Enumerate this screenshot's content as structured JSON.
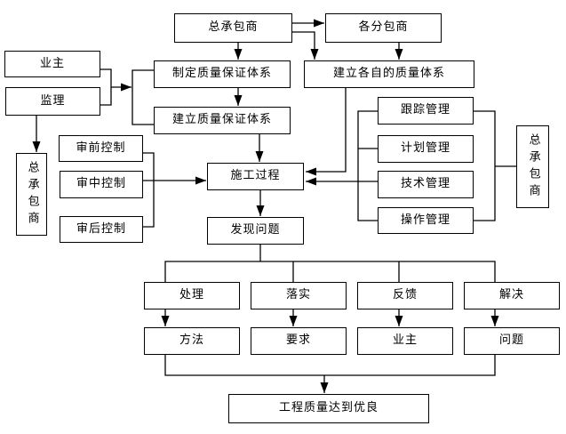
{
  "diagram": {
    "kind": "flowchart",
    "background_color": "#ffffff",
    "line_color": "#000000",
    "box_fill": "#ffffff"
  },
  "nodes": [
    {
      "id": "general-contractor-top",
      "label": "总承包商"
    },
    {
      "id": "subcontractors",
      "label": "各分包商"
    },
    {
      "id": "owner",
      "label": "业主"
    },
    {
      "id": "supervision",
      "label": "监理"
    },
    {
      "id": "formulate-qa-system",
      "label": "制定质量保证体系"
    },
    {
      "id": "build-own-quality-system",
      "label": "建立各自的质量体系"
    },
    {
      "id": "build-qa-system",
      "label": "建立质量保证体系"
    },
    {
      "id": "tracking-management",
      "label": "跟踪管理"
    },
    {
      "id": "planning-management",
      "label": "计划管理"
    },
    {
      "id": "technical-management",
      "label": "技术管理"
    },
    {
      "id": "operation-management",
      "label": "操作管理"
    },
    {
      "id": "general-contractor-left",
      "label": "总承包商"
    },
    {
      "id": "general-contractor-right",
      "label": "总承包商"
    },
    {
      "id": "pre-review-control",
      "label": "审前控制"
    },
    {
      "id": "mid-review-control",
      "label": "审中控制"
    },
    {
      "id": "post-review-control",
      "label": "审后控制"
    },
    {
      "id": "construction-process",
      "label": "施工过程"
    },
    {
      "id": "find-problems",
      "label": "发现问题"
    },
    {
      "id": "handle",
      "label": "处理"
    },
    {
      "id": "implement",
      "label": "落实"
    },
    {
      "id": "feedback",
      "label": "反馈"
    },
    {
      "id": "solve",
      "label": "解决"
    },
    {
      "id": "method",
      "label": "方法"
    },
    {
      "id": "requirement",
      "label": "要求"
    },
    {
      "id": "owner-bottom",
      "label": "业主"
    },
    {
      "id": "problem",
      "label": "问题"
    },
    {
      "id": "final-goal",
      "label": "工程质量达到优良"
    }
  ],
  "edges": [
    {
      "from": "general-contractor-top",
      "to": "formulate-qa-system",
      "arrow": true
    },
    {
      "from": "general-contractor-top",
      "to": "subcontractors",
      "arrow": true
    },
    {
      "from": "general-contractor-top",
      "to": "build-own-quality-system",
      "arrow": true
    },
    {
      "from": "subcontractors",
      "to": "build-own-quality-system",
      "arrow": true
    },
    {
      "from": "formulate-qa-system",
      "to": "build-qa-system",
      "arrow": true
    },
    {
      "from": "build-qa-system",
      "to": "construction-process",
      "arrow": true
    },
    {
      "from": "owner",
      "to": "formulate-qa-system",
      "arrow": true
    },
    {
      "from": "owner",
      "to": "build-qa-system",
      "arrow": true
    },
    {
      "from": "supervision",
      "to": "formulate-qa-system",
      "arrow": true
    },
    {
      "from": "supervision",
      "to": "build-qa-system",
      "arrow": true
    },
    {
      "from": "supervision",
      "to": "general-contractor-left",
      "arrow": true
    },
    {
      "from": "pre-review-control",
      "to": "construction-process",
      "arrow": true
    },
    {
      "from": "mid-review-control",
      "to": "construction-process",
      "arrow": true
    },
    {
      "from": "post-review-control",
      "to": "construction-process",
      "arrow": true
    },
    {
      "from": "build-own-quality-system",
      "to": "construction-process",
      "arrow": true
    },
    {
      "from": "tracking-management",
      "to": "construction-process",
      "arrow": true
    },
    {
      "from": "planning-management",
      "to": "construction-process",
      "arrow": true
    },
    {
      "from": "technical-management",
      "to": "construction-process",
      "arrow": true
    },
    {
      "from": "operation-management",
      "to": "construction-process",
      "arrow": true
    },
    {
      "from": "tracking-management",
      "to": "general-contractor-right",
      "arrow": false
    },
    {
      "from": "operation-management",
      "to": "general-contractor-right",
      "arrow": false
    },
    {
      "from": "construction-process",
      "to": "find-problems",
      "arrow": true
    },
    {
      "from": "find-problems",
      "to": "handle",
      "arrow": false
    },
    {
      "from": "find-problems",
      "to": "implement",
      "arrow": false
    },
    {
      "from": "find-problems",
      "to": "feedback",
      "arrow": false
    },
    {
      "from": "find-problems",
      "to": "solve",
      "arrow": false
    },
    {
      "from": "handle",
      "to": "method",
      "arrow": true
    },
    {
      "from": "implement",
      "to": "requirement",
      "arrow": true
    },
    {
      "from": "feedback",
      "to": "owner-bottom",
      "arrow": true
    },
    {
      "from": "solve",
      "to": "problem",
      "arrow": true
    },
    {
      "from": "method",
      "to": "final-goal",
      "arrow": true
    },
    {
      "from": "problem",
      "to": "final-goal",
      "arrow": true
    }
  ]
}
